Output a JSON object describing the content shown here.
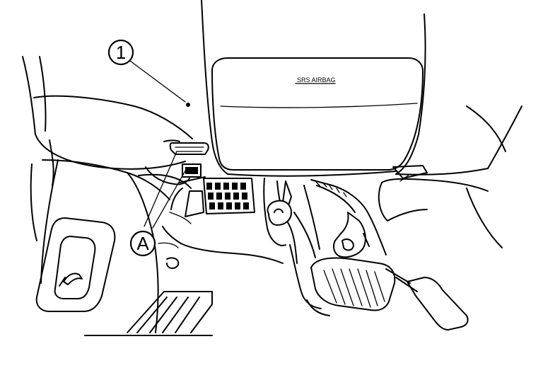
{
  "callouts": {
    "part_1": "1",
    "part_a": "A"
  },
  "labels": {
    "airbag": "SRS AIRBAG"
  }
}
